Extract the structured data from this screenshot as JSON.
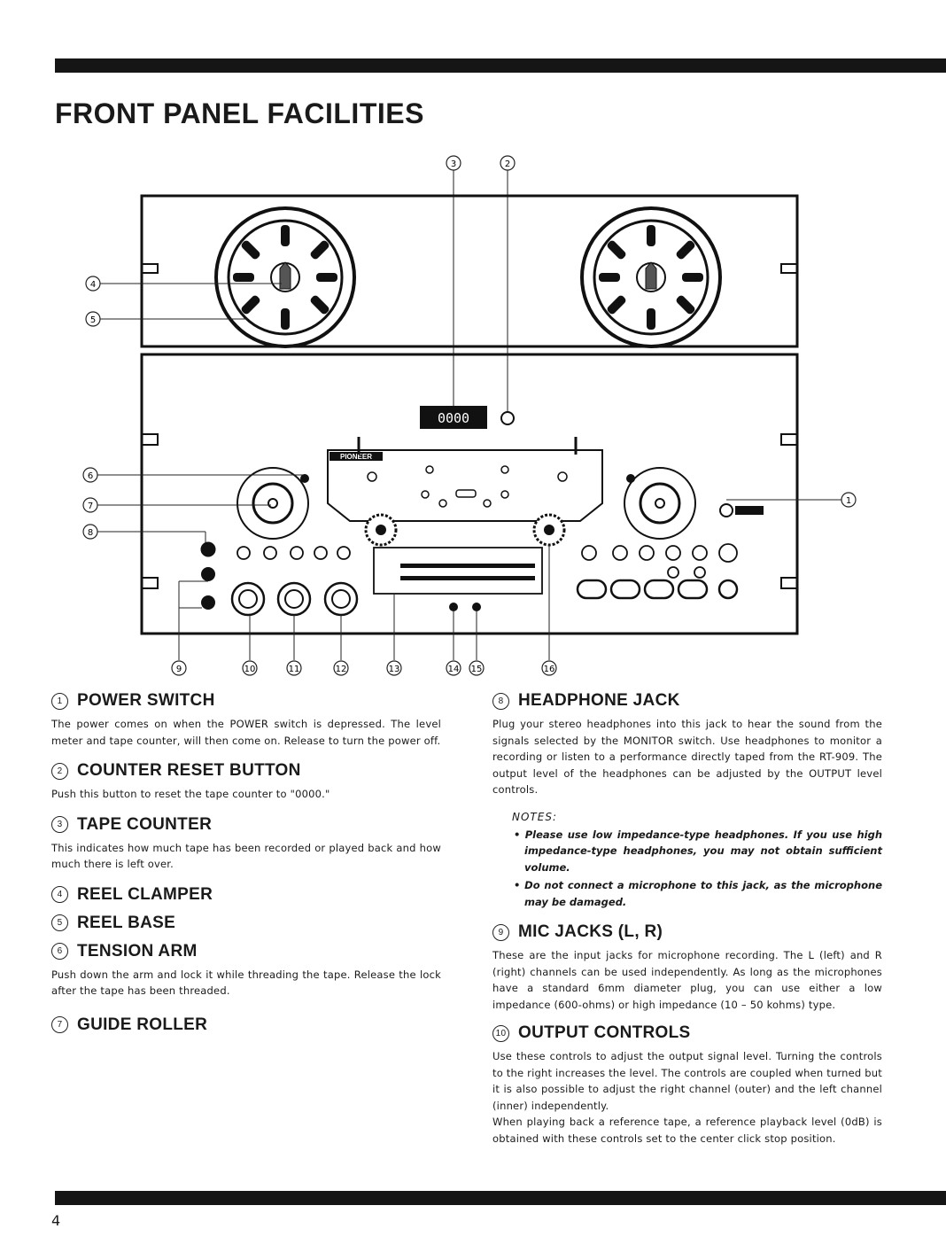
{
  "page": {
    "title": "FRONT PANEL FACILITIES",
    "number": "4"
  },
  "figure": {
    "counter_display": "0000",
    "brand": "PIONEER",
    "callouts": [
      "1",
      "2",
      "3",
      "4",
      "5",
      "6",
      "7",
      "8",
      "9",
      "10",
      "11",
      "12",
      "13",
      "14",
      "15",
      "16"
    ]
  },
  "left_sections": [
    {
      "num": "1",
      "heading": "POWER SWITCH",
      "text": "The power comes on when the POWER switch is depressed. The level meter and tape counter, will then come on. Release to turn the power off."
    },
    {
      "num": "2",
      "heading": "COUNTER RESET BUTTON",
      "text": "Push this button to reset the tape counter to \"0000.\""
    },
    {
      "num": "3",
      "heading": "TAPE COUNTER",
      "text": "This indicates how much tape has been recorded or played back and how much there is left over."
    },
    {
      "num": "4",
      "heading": "REEL CLAMPER",
      "text": ""
    },
    {
      "num": "5",
      "heading": "REEL BASE",
      "text": ""
    },
    {
      "num": "6",
      "heading": "TENSION ARM",
      "text": "Push down the arm and lock it while threading the tape. Release the lock after the tape has been threaded."
    },
    {
      "num": "7",
      "heading": "GUIDE ROLLER",
      "text": ""
    }
  ],
  "right_sections": [
    {
      "num": "8",
      "heading": "HEADPHONE JACK",
      "text": "Plug your stereo headphones into this jack to hear the sound from the signals selected by the MONITOR switch. Use headphones to monitor a recording or listen to a performance directly taped from the RT-909. The output level of the headphones can be adjusted by the OUTPUT level controls."
    },
    {
      "num": "9",
      "heading": "MIC JACKS (L, R)",
      "text": "These are the input jacks for microphone recording. The L (left) and R (right) channels can be used independently. As long as the microphones have a standard 6mm diameter plug, you can use either a low impedance (600-ohms) or high impedance (10 – 50 kohms) type."
    },
    {
      "num": "10",
      "heading": "OUTPUT CONTROLS",
      "text": "Use these controls to adjust the output signal level. Turning the controls to the right increases the level. The controls are coupled when turned but it is also possible to adjust the right channel (outer) and the left channel (inner) independently.",
      "text2": "When playing back a reference tape, a reference playback level (0dB) is obtained with these controls set to the center click stop position."
    }
  ],
  "notes": {
    "heading": "NOTES:",
    "items": [
      "Please use low impedance-type headphones. If you use high impedance-type headphones, you may not obtain sufficient volume.",
      "Do not connect a microphone to this jack, as the microphone may be damaged."
    ]
  }
}
